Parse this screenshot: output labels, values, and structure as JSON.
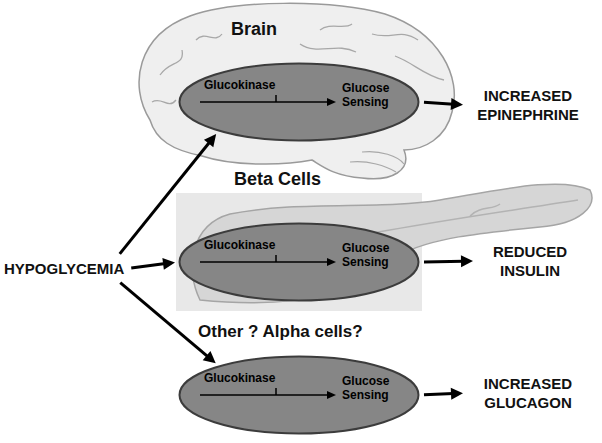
{
  "diagram": {
    "nodes": [
      {
        "text": [
          "HYPOGLYCEMIA"
        ]
      },
      {
        "text": [
          "Glucokinase",
          "Glucose Sensing"
        ]
      },
      {
        "text": [
          "INCREASED EPINEPHRINE"
        ]
      },
      {
        "text": [
          "Glucokinase",
          "Glucose Sensing"
        ]
      },
      {
        "text": [
          "REDUCED INSULIN"
        ]
      },
      {
        "text": [
          "Glucokinase",
          "Glucose Sensing"
        ]
      },
      {
        "text": [
          "INCREASED GLUCAGON"
        ]
      }
    ],
    "edges": [
      {
        "from": 0,
        "to": 1,
        "arrow": "to"
      },
      {
        "from": 0,
        "to": 3,
        "arrow": "to"
      },
      {
        "from": 0,
        "to": 5,
        "arrow": "to"
      },
      {
        "from": 1,
        "to": 2,
        "arrow": "to"
      },
      {
        "from": 3,
        "to": 4,
        "arrow": "to"
      },
      {
        "from": 5,
        "to": 6,
        "arrow": "to"
      }
    ],
    "labels": [
      "Brain",
      "Beta Cells",
      "Other ? Alpha cells?"
    ]
  }
}
